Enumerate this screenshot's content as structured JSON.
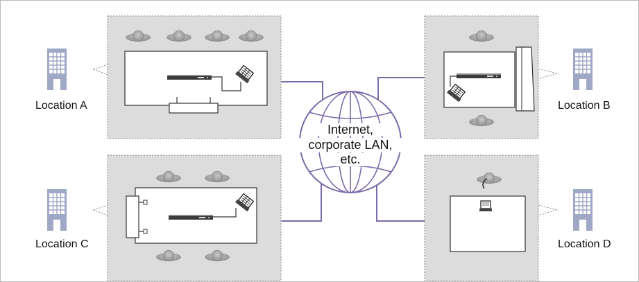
{
  "diagram": {
    "network_label": [
      "Internet,",
      "corporate LAN,",
      "etc."
    ],
    "locations": {
      "a": {
        "label": "Location A"
      },
      "b": {
        "label": "Location B"
      },
      "c": {
        "label": "Location C"
      },
      "d": {
        "label": "Location D"
      }
    },
    "icons": {
      "building": "office-building-icon",
      "video_conference_unit": "video-conference-unit-icon",
      "laptop": "laptop-icon",
      "speakerphone": "speakerphone-icon",
      "display": "display-screen-icon",
      "person": "attendee-person-icon",
      "headset": "headset-icon",
      "network": "globe-network-icon"
    },
    "colors": {
      "room_fill": "#dcdcdc",
      "room_border": "#8a8a8a",
      "table_fill": "#ffffff",
      "connection_line": "#7b6aa8",
      "building": "#9fa8c5",
      "person": "#a3a3a3"
    }
  }
}
